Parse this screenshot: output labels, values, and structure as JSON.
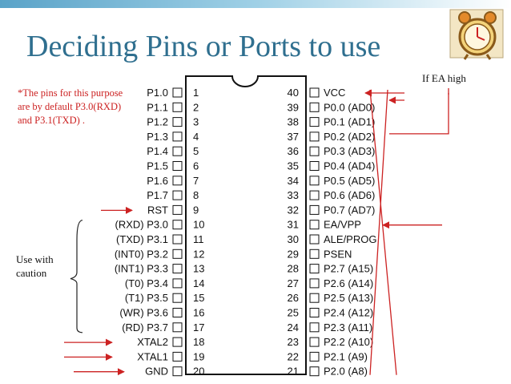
{
  "title": "Deciding Pins or Ports to use",
  "note": "*The pins for this purpose are by default P3.0(RXD) and P3.1(TXD) .",
  "caution_label": "Use with caution",
  "ea_note": "If EA high",
  "clock_icon": "alarm-clock-icon",
  "left_pins": [
    {
      "num": "1",
      "label": "P1.0"
    },
    {
      "num": "2",
      "label": "P1.1"
    },
    {
      "num": "3",
      "label": "P1.2"
    },
    {
      "num": "4",
      "label": "P1.3"
    },
    {
      "num": "5",
      "label": "P1.4"
    },
    {
      "num": "6",
      "label": "P1.5"
    },
    {
      "num": "7",
      "label": "P1.6"
    },
    {
      "num": "8",
      "label": "P1.7"
    },
    {
      "num": "9",
      "label": "RST"
    },
    {
      "num": "10",
      "label": "(RXD) P3.0"
    },
    {
      "num": "11",
      "label": "(TXD) P3.1"
    },
    {
      "num": "12",
      "label": "(INT0) P3.2"
    },
    {
      "num": "13",
      "label": "(INT1) P3.3"
    },
    {
      "num": "14",
      "label": "(T0) P3.4"
    },
    {
      "num": "15",
      "label": "(T1) P3.5"
    },
    {
      "num": "16",
      "label": "(WR) P3.6"
    },
    {
      "num": "17",
      "label": "(RD) P3.7"
    },
    {
      "num": "18",
      "label": "XTAL2"
    },
    {
      "num": "19",
      "label": "XTAL1"
    },
    {
      "num": "20",
      "label": "GND"
    }
  ],
  "right_pins": [
    {
      "num": "40",
      "label": "VCC"
    },
    {
      "num": "39",
      "label": "P0.0 (AD0)"
    },
    {
      "num": "38",
      "label": "P0.1 (AD1)"
    },
    {
      "num": "37",
      "label": "P0.2 (AD2)"
    },
    {
      "num": "36",
      "label": "P0.3 (AD3)"
    },
    {
      "num": "35",
      "label": "P0.4 (AD4)"
    },
    {
      "num": "34",
      "label": "P0.5 (AD5)"
    },
    {
      "num": "33",
      "label": "P0.6 (AD6)"
    },
    {
      "num": "32",
      "label": "P0.7 (AD7)"
    },
    {
      "num": "31",
      "label": "EA/VPP"
    },
    {
      "num": "30",
      "label": "ALE/PROG"
    },
    {
      "num": "29",
      "label": "PSEN"
    },
    {
      "num": "28",
      "label": "P2.7 (A15)"
    },
    {
      "num": "27",
      "label": "P2.6 (A14)"
    },
    {
      "num": "26",
      "label": "P2.5 (A13)"
    },
    {
      "num": "25",
      "label": "P2.4 (A12)"
    },
    {
      "num": "24",
      "label": "P2.3 (A11)"
    },
    {
      "num": "23",
      "label": "P2.2 (A10)"
    },
    {
      "num": "22",
      "label": "P2.1 (A9)"
    },
    {
      "num": "21",
      "label": "P2.0 (A8)"
    }
  ],
  "colors": {
    "title": "#2f6f8f",
    "annotation": "#cc2222",
    "chip": "#111111"
  }
}
